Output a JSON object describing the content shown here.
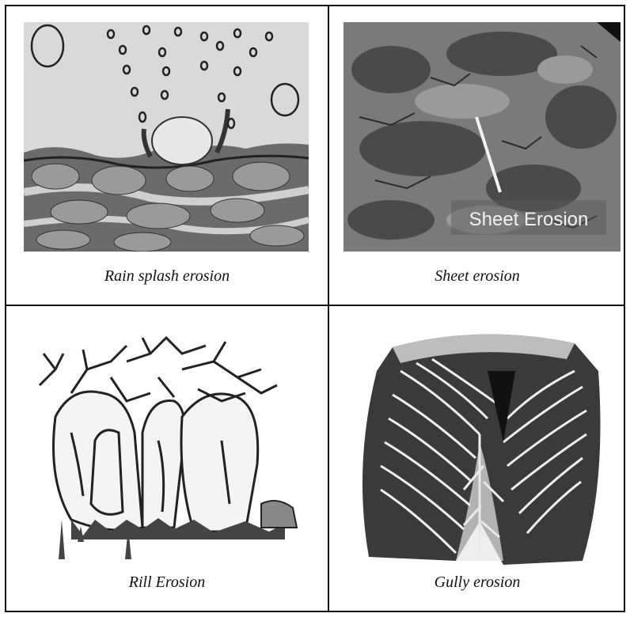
{
  "panels": [
    {
      "caption": "Rain splash erosion",
      "icon": "rain-splash-illustration"
    },
    {
      "caption": "Sheet erosion",
      "icon": "sheet-erosion-photo",
      "overlay_label": "Sheet Erosion"
    },
    {
      "caption": "Rill Erosion",
      "icon": "rill-erosion-illustration"
    },
    {
      "caption": "Gully erosion",
      "icon": "gully-erosion-illustration"
    }
  ]
}
